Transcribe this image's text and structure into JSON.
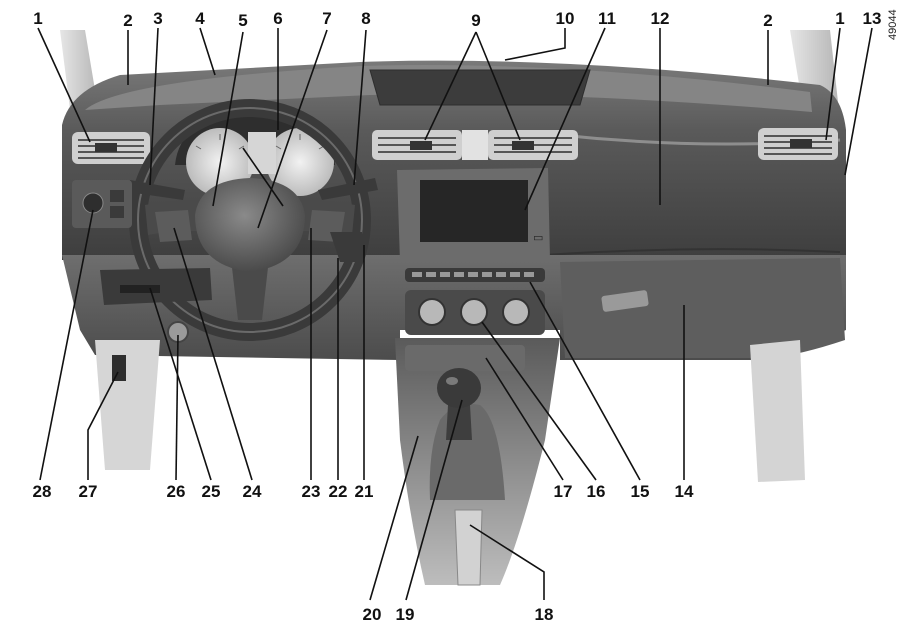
{
  "figure_id": "49044",
  "callouts": {
    "c1_left": "1",
    "c1_right": "1",
    "c2_left": "2",
    "c2_right": "2",
    "c3": "3",
    "c4": "4",
    "c5": "5",
    "c6": "6",
    "c7": "7",
    "c8": "8",
    "c9": "9",
    "c10": "10",
    "c11": "11",
    "c12": "12",
    "c13": "13",
    "c14": "14",
    "c15": "15",
    "c16": "16",
    "c17": "17",
    "c18": "18",
    "c19": "19",
    "c20": "20",
    "c21": "21",
    "c22": "22",
    "c23": "23",
    "c24": "24",
    "c25": "25",
    "c26": "26",
    "c27": "27",
    "c28": "28"
  },
  "colors": {
    "dash_dark": "#4a4a4a",
    "dash_mid": "#6b6b6b",
    "dash_light": "#9a9a9a",
    "pillar": "#c8c8c8",
    "background": "#ffffff"
  }
}
